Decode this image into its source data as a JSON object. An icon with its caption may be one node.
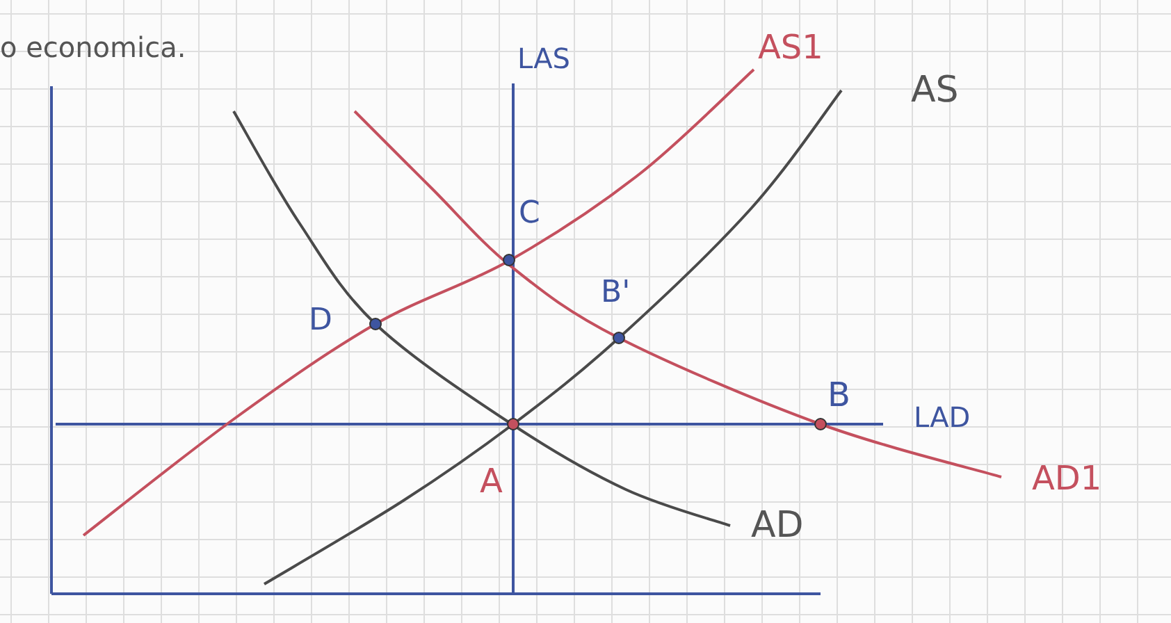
{
  "diagram": {
    "labels": [
      "o economica.",
      "LAS",
      "AS1",
      "AS",
      "C",
      "D",
      "B'",
      "B",
      "LAD",
      "A",
      "AD1",
      "AD"
    ]
  }
}
